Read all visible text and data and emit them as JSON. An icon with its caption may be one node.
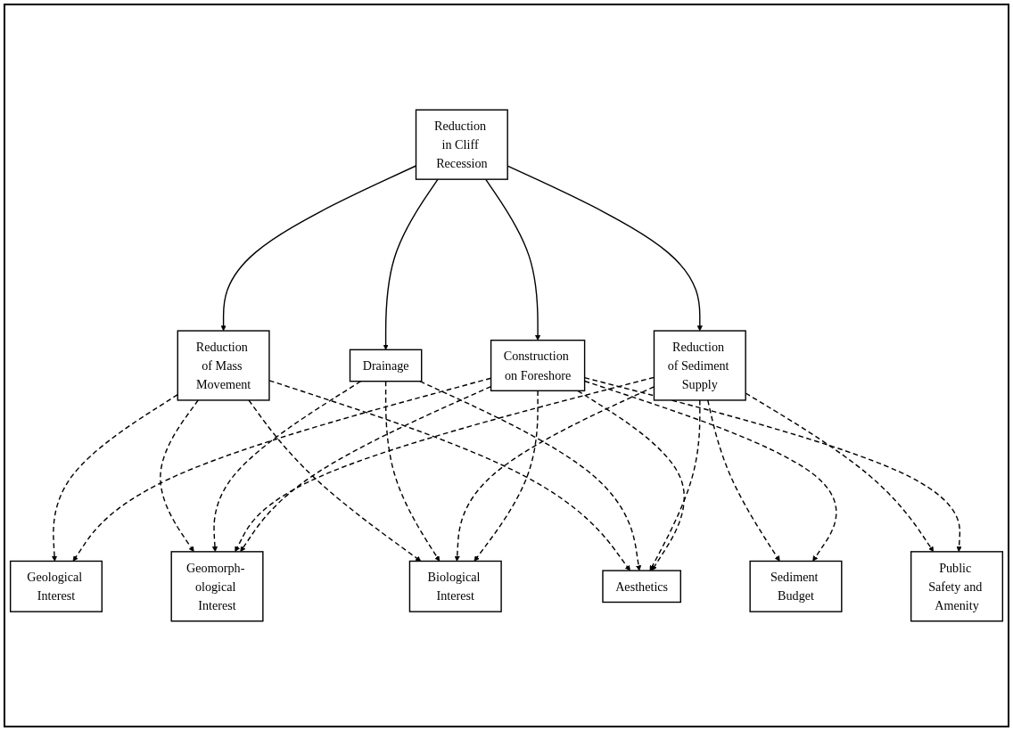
{
  "diagram": {
    "nodes": [
      {
        "text": [
          "Reduction in Cliff Recession"
        ]
      },
      {
        "text": [
          "Reduction of Mass Movement"
        ]
      },
      {
        "text": [
          "Drainage"
        ]
      },
      {
        "text": [
          "Reduction of Sediment Supply"
        ]
      },
      {
        "text": [
          "Construction on Foreshore"
        ]
      },
      {
        "text": [
          "Geological Interest"
        ]
      },
      {
        "text": [
          "Geomorph- ological Interest"
        ]
      },
      {
        "text": [
          "Biological Interest"
        ]
      },
      {
        "text": [
          "Aesthetics"
        ]
      },
      {
        "text": [
          "Sediment Budget"
        ]
      },
      {
        "text": [
          "Public Safety and Amenity"
        ]
      }
    ],
    "edges": [
      {
        "from": 0,
        "to": 1,
        "arrow": "to"
      },
      {
        "from": 0,
        "to": 2,
        "arrow": "to"
      },
      {
        "from": 0,
        "to": 3,
        "arrow": "to"
      },
      {
        "from": 0,
        "to": 4,
        "arrow": "to"
      },
      {
        "from": 1,
        "to": 5,
        "arrow": "to",
        "style": "dashed"
      },
      {
        "from": 1,
        "to": 6,
        "arrow": "to",
        "style": "dashed"
      },
      {
        "from": 1,
        "to": 7,
        "arrow": "to",
        "style": "dashed"
      },
      {
        "from": 1,
        "to": 8,
        "arrow": "to",
        "style": "dashed"
      },
      {
        "from": 2,
        "to": 6,
        "arrow": "to",
        "style": "dashed"
      },
      {
        "from": 2,
        "to": 7,
        "arrow": "to",
        "style": "dashed"
      },
      {
        "from": 2,
        "to": 8,
        "arrow": "to",
        "style": "dashed"
      },
      {
        "from": 3,
        "to": 6,
        "arrow": "to",
        "style": "dashed"
      },
      {
        "from": 3,
        "to": 7,
        "arrow": "to",
        "style": "dashed"
      },
      {
        "from": 3,
        "to": 8,
        "arrow": "to",
        "style": "dashed"
      },
      {
        "from": 3,
        "to": 9,
        "arrow": "to",
        "style": "dashed"
      },
      {
        "from": 3,
        "to": 10,
        "arrow": "to",
        "style": "dashed"
      },
      {
        "from": 4,
        "to": 5,
        "arrow": "to",
        "style": "dashed"
      },
      {
        "from": 4,
        "to": 6,
        "arrow": "to",
        "style": "dashed"
      },
      {
        "from": 4,
        "to": 7,
        "arrow": "to",
        "style": "dashed"
      },
      {
        "from": 4,
        "to": 8,
        "arrow": "to",
        "style": "dashed"
      },
      {
        "from": 4,
        "to": 9,
        "arrow": "to",
        "style": "dashed"
      },
      {
        "from": 4,
        "to": 10,
        "arrow": "to",
        "style": "dashed"
      }
    ]
  }
}
